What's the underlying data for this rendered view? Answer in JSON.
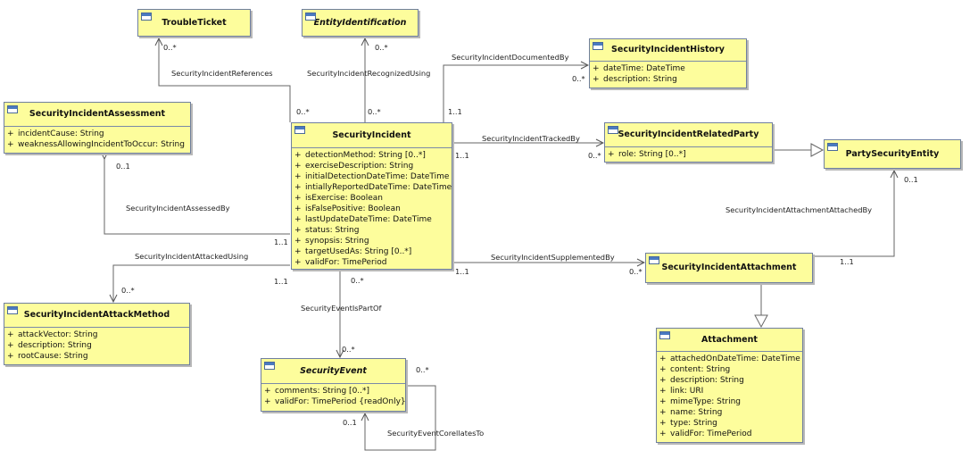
{
  "classes": {
    "trouble_ticket": {
      "name": "TroubleTicket",
      "attributes": []
    },
    "entity_identification": {
      "name": "EntityIdentification",
      "attributes": []
    },
    "security_incident_history": {
      "name": "SecurityIncidentHistory",
      "attributes": [
        {
          "vis": "+",
          "text": "dateTime: DateTime"
        },
        {
          "vis": "+",
          "text": "description: String"
        }
      ]
    },
    "security_incident_assessment": {
      "name": "SecurityIncidentAssessment",
      "attributes": [
        {
          "vis": "+",
          "text": "incidentCause: String"
        },
        {
          "vis": "+",
          "text": "weaknessAllowingIncidentToOccur: String"
        }
      ]
    },
    "security_incident": {
      "name": "SecurityIncident",
      "attributes": [
        {
          "vis": "+",
          "text": "detectionMethod: String [0..*]"
        },
        {
          "vis": "+",
          "text": "exerciseDescription: String"
        },
        {
          "vis": "+",
          "text": "initialDetectionDateTime: DateTime"
        },
        {
          "vis": "+",
          "text": "intiallyReportedDateTime: DateTime"
        },
        {
          "vis": "+",
          "text": "isExercise: Boolean"
        },
        {
          "vis": "+",
          "text": "isFalsePositive: Boolean"
        },
        {
          "vis": "+",
          "text": "lastUpdateDateTime: DateTime"
        },
        {
          "vis": "+",
          "text": "status: String"
        },
        {
          "vis": "+",
          "text": "synopsis: String"
        },
        {
          "vis": "+",
          "text": "targetUsedAs: String [0..*]"
        },
        {
          "vis": "+",
          "text": "validFor: TimePeriod"
        }
      ]
    },
    "security_incident_related_party": {
      "name": "SecurityIncidentRelatedParty",
      "attributes": [
        {
          "vis": "+",
          "text": "role: String [0..*]"
        }
      ]
    },
    "party_security_entity": {
      "name": "PartySecurityEntity",
      "attributes": []
    },
    "security_incident_attachment": {
      "name": "SecurityIncidentAttachment",
      "attributes": []
    },
    "security_incident_attack_method": {
      "name": "SecurityIncidentAttackMethod",
      "attributes": [
        {
          "vis": "+",
          "text": "attackVector: String"
        },
        {
          "vis": "+",
          "text": "description: String"
        },
        {
          "vis": "+",
          "text": "rootCause: String"
        }
      ]
    },
    "security_event": {
      "name": "SecurityEvent",
      "attributes": [
        {
          "vis": "+",
          "text": "comments: String [0..*]"
        },
        {
          "vis": "+",
          "text": "validFor: TimePeriod {readOnly}"
        }
      ]
    },
    "attachment": {
      "name": "Attachment",
      "attributes": [
        {
          "vis": "+",
          "text": "attachedOnDateTime: DateTime"
        },
        {
          "vis": "+",
          "text": "content: String"
        },
        {
          "vis": "+",
          "text": "description: String"
        },
        {
          "vis": "+",
          "text": "link: URI"
        },
        {
          "vis": "+",
          "text": "mimeType: String"
        },
        {
          "vis": "+",
          "text": "name: String"
        },
        {
          "vis": "+",
          "text": "type: String"
        },
        {
          "vis": "+",
          "text": "validFor: TimePeriod"
        }
      ]
    }
  },
  "associations": {
    "references": "SecurityIncidentReferences",
    "recognized_using": "SecurityIncidentRecognizedUsing",
    "documented_by": "SecurityIncidentDocumentedBy",
    "tracked_by": "SecurityIncidentTrackedBy",
    "assessed_by": "SecurityIncidentAssessedBy",
    "attacked_using": "SecurityIncidentAttackedUsing",
    "attachment_attached_by": "SecurityIncidentAttachmentAttachedBy",
    "supplemented_by": "SecurityIncidentSupplementedBy",
    "is_part_of": "SecurityEventIsPartOf",
    "corellates_to": "SecurityEventCorellatesTo"
  },
  "multiplicities": {
    "tt_end": "0..*",
    "si_ref_end": "0..*",
    "ei_end": "0..*",
    "si_rec_end": "0..*",
    "hist_end": "0..*",
    "si_doc_end": "1..1",
    "si_track_end": "1..1",
    "rp_end": "0..*",
    "pse_end": "0..1",
    "assess_end": "0..1",
    "si_assess_end": "1..1",
    "si_attack_end": "1..1",
    "am_end": "0..*",
    "si_supp_end": "1..1",
    "att_end": "0..*",
    "att_attached_end": "1..1",
    "si_part_end": "0..*",
    "se_part_end": "0..*",
    "se_corr_top": "0..*",
    "se_corr_bottom": "0..1"
  }
}
